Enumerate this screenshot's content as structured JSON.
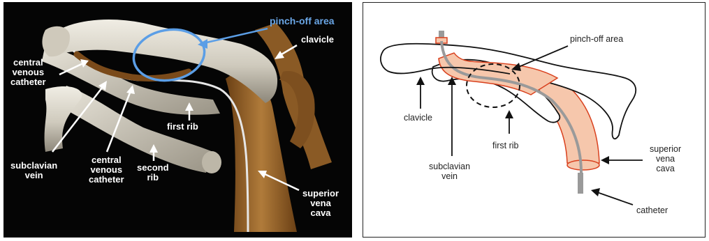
{
  "left_panel": {
    "labels": {
      "pinch_off_area": "pinch-off area",
      "clavicle": "clavicle",
      "central_venous_catheter_top": "central\nvenous\ncatheter",
      "first_rib": "first rib",
      "subclavian_vein": "subclavian\nvein",
      "central_venous_catheter_bottom": "central\nvenous\ncatheter",
      "second_rib": "second\nrib",
      "superior_vena_cava": "superior\nvena\ncava"
    },
    "colors": {
      "background": "#050505",
      "highlight": "#5b9ee6",
      "bone": "#d8d4c8",
      "vessel": "#8a5a2a"
    }
  },
  "right_panel": {
    "labels": {
      "pinch_off_area": "pinch-off area",
      "clavicle": "clavicle",
      "first_rib": "first rib",
      "subclavian_vein": "subclavian\nvein",
      "superior_vena_cava": "superior\nvena\ncava",
      "catheter": "catheter"
    },
    "colors": {
      "vein_fill": "#f6c7ac",
      "vein_outline": "#d9411e",
      "catheter": "#9a9a9a",
      "outline": "#111111"
    }
  }
}
